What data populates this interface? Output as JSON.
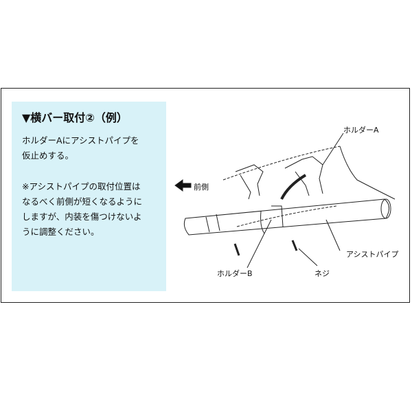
{
  "panel": {
    "title": "▼横バー取付②（例）",
    "instruction_lines": [
      "ホルダーAにアシストパイプを",
      "仮止めする。"
    ],
    "note_lines": [
      "※アシストパイプの取付位置は",
      "なるべく前側が短くなるように",
      "しますが、内装を傷つけないよ",
      "うに調整ください。"
    ]
  },
  "diagram": {
    "labels": {
      "holder_a": "ホルダーA",
      "front": "前側",
      "holder_b": "ホルダーB",
      "screw": "ネジ",
      "assist_pipe": "アシストパイプ"
    }
  }
}
